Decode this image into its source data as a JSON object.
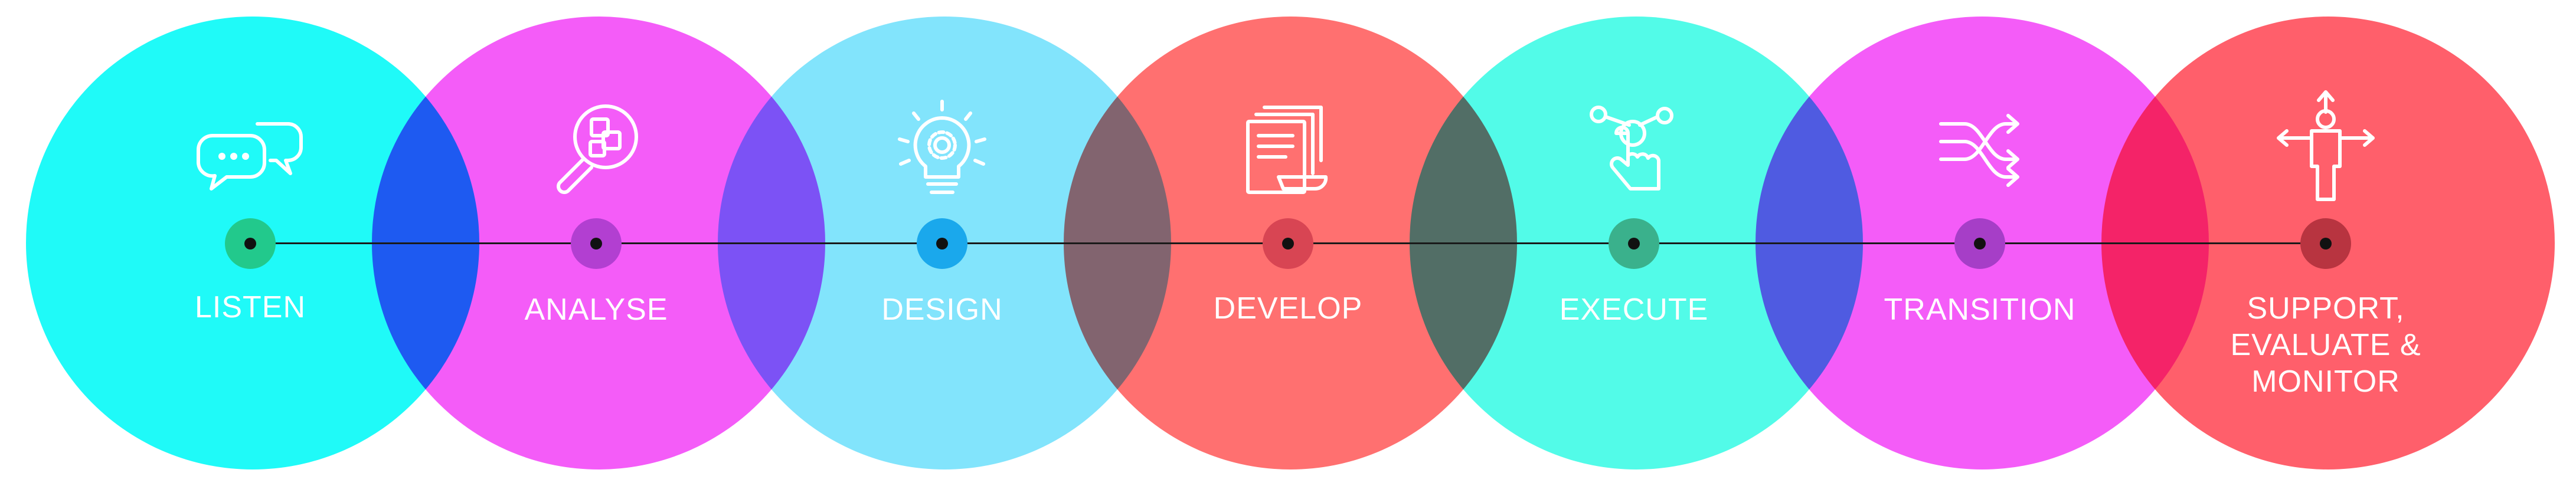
{
  "colors": {
    "listen": "#1ffaf8",
    "analyse": "#f45cf8",
    "design": "#82e4fc",
    "develop": "#ff7070",
    "execute": "#52fbe8",
    "transition": "#f45cf8",
    "support": "#ff5f6b",
    "node_listen": "#22c98c",
    "node_analyse": "#b23fd1",
    "node_design": "#1aa8ec",
    "node_develop": "#d84553",
    "node_execute": "#3ab18c",
    "node_transition": "#a63ec7",
    "node_support": "#b83440"
  },
  "stages": [
    {
      "id": "listen",
      "label": "LISTEN",
      "icon": "chat-bubbles-icon"
    },
    {
      "id": "analyse",
      "label": "ANALYSE",
      "icon": "magnifier-puzzle-icon"
    },
    {
      "id": "design",
      "label": "DESIGN",
      "icon": "lightbulb-gear-icon"
    },
    {
      "id": "develop",
      "label": "DEVELOP",
      "icon": "documents-icon"
    },
    {
      "id": "execute",
      "label": "EXECUTE",
      "icon": "hand-pointer-network-icon"
    },
    {
      "id": "transition",
      "label": "TRANSITION",
      "icon": "shuffle-arrows-icon"
    },
    {
      "id": "support",
      "label_lines": [
        "SUPPORT,",
        "EVALUATE &",
        "MONITOR"
      ],
      "icon": "person-arrows-icon"
    }
  ]
}
